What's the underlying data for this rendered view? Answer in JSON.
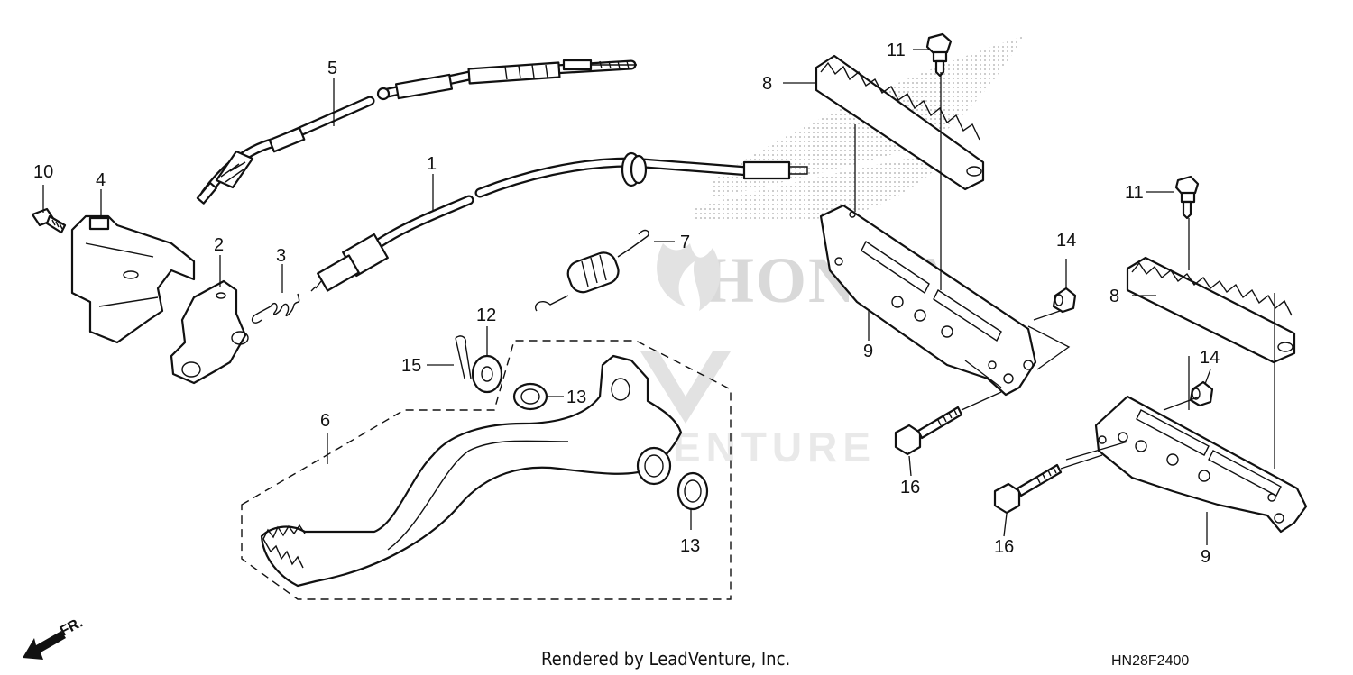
{
  "callouts": {
    "c1": "1",
    "c2": "2",
    "c3": "3",
    "c4": "4",
    "c5": "5",
    "c6": "6",
    "c7": "7",
    "c8a": "8",
    "c8b": "8",
    "c9a": "9",
    "c9b": "9",
    "c10": "10",
    "c11a": "11",
    "c11b": "11",
    "c12": "12",
    "c13a": "13",
    "c13b": "13",
    "c14a": "14",
    "c14b": "14",
    "c15": "15",
    "c16a": "16",
    "c16b": "16"
  },
  "footer": {
    "rendered_by": "Rendered by LeadVenture, Inc.",
    "diagram_code": "HN28F2400",
    "direction_label": "FR."
  },
  "watermark": {
    "brand": "HONDA",
    "vendor": "LEADVENTURE"
  },
  "colors": {
    "line": "#111111",
    "watermark": "#e2e2e2"
  }
}
